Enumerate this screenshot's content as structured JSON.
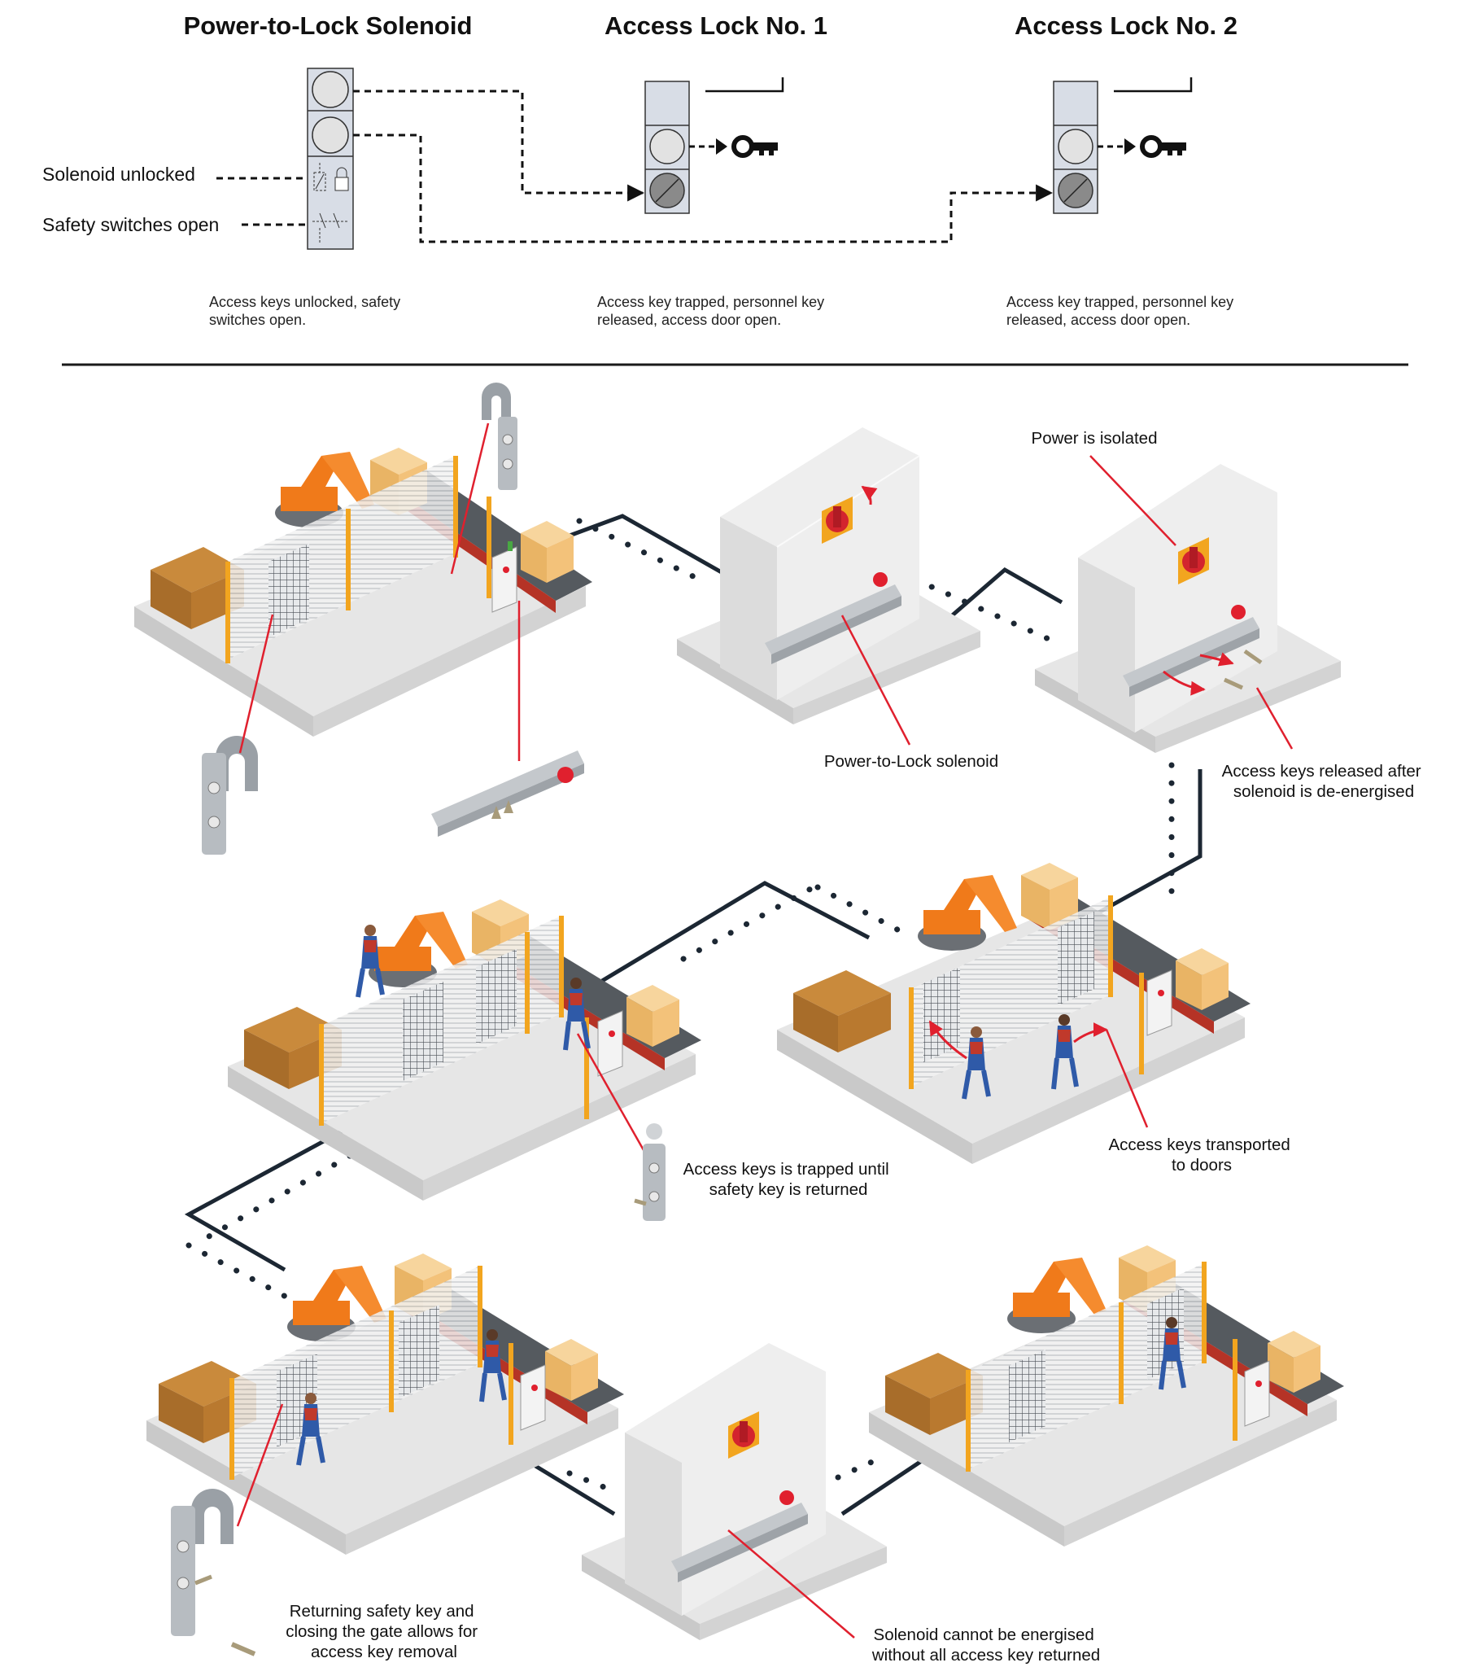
{
  "header": {
    "solenoid_title": "Power-to-Lock Solenoid",
    "lock1_title": "Access Lock No. 1",
    "lock2_title": "Access Lock No. 2"
  },
  "schematic": {
    "label_solenoid_unlocked": "Solenoid unlocked",
    "label_safety_switches_open": "Safety switches open",
    "caption_solenoid": [
      "Access keys unlocked, safety",
      "switches open."
    ],
    "caption_lock1": [
      "Access key trapped, personnel key",
      "released, access door open."
    ],
    "caption_lock2": [
      "Access key trapped, personnel key",
      "released, access door open."
    ]
  },
  "callouts": {
    "power_isolated": "Power is isolated",
    "power_to_lock_solenoid": "Power-to-Lock solenoid",
    "keys_released": [
      "Access keys released after",
      "solenoid is de-energised"
    ],
    "keys_transported": [
      "Access keys transported",
      "to doors"
    ],
    "key_trapped": [
      "Access keys is trapped until",
      "safety key is returned"
    ],
    "returning_key": [
      "Returning safety key and",
      "closing the gate allows for",
      "access key removal"
    ],
    "cannot_energise": [
      "Solenoid cannot be energised",
      "without all access key returned"
    ]
  },
  "colors": {
    "platform": "#e6e6e6",
    "platform_side": "#c9c9c9",
    "robot": "#f07a1a",
    "fence_post": "#f2a51f",
    "conveyor": "#555a5f",
    "box": "#f3c27a",
    "pallet": "#c98a3c",
    "callout_line": "#e0202e",
    "route_line": "#1c2733",
    "lock_panel": "#d8dde6"
  },
  "icons": [
    "key-icon",
    "arrow-right-icon",
    "rotary-isolator-switch-icon",
    "emergency-stop-icon",
    "padlock-icon"
  ]
}
